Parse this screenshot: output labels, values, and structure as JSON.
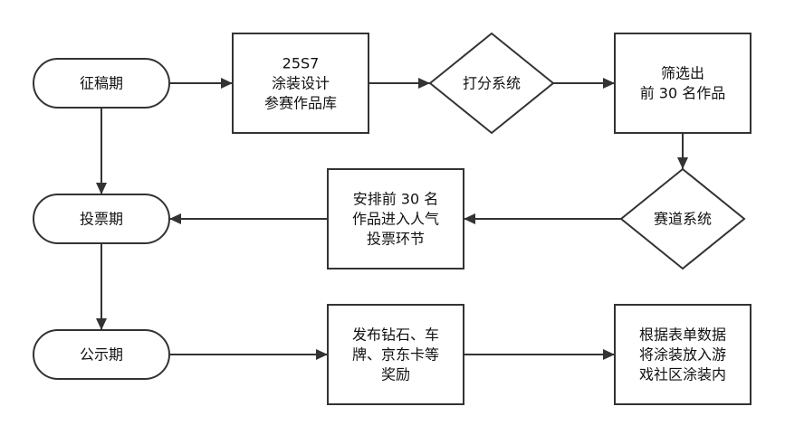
{
  "diagram": {
    "colors": {
      "stroke": "#333333",
      "fill": "#ffffff",
      "text": "#111111"
    },
    "nodes": [
      {
        "id": "collect",
        "shape": "terminator",
        "lines": [
          "征稿期"
        ]
      },
      {
        "id": "library",
        "shape": "process",
        "lines": [
          "25S7",
          "涂装设计",
          "参赛作品库"
        ]
      },
      {
        "id": "scoring",
        "shape": "decision",
        "lines": [
          "打分系统"
        ]
      },
      {
        "id": "shortlist",
        "shape": "process",
        "lines": [
          "筛选出",
          "前 30 名作品"
        ]
      },
      {
        "id": "voting",
        "shape": "terminator",
        "lines": [
          "投票期"
        ]
      },
      {
        "id": "popularity",
        "shape": "process",
        "lines": [
          "安排前 30 名",
          "作品进入人气",
          "投票环节"
        ]
      },
      {
        "id": "track",
        "shape": "decision",
        "lines": [
          "赛道系统"
        ]
      },
      {
        "id": "announce",
        "shape": "terminator",
        "lines": [
          "公示期"
        ]
      },
      {
        "id": "rewards",
        "shape": "process",
        "lines": [
          "发布钻石、车",
          "牌、京东卡等",
          "奖励"
        ]
      },
      {
        "id": "deploy",
        "shape": "process",
        "lines": [
          "根据表单数据",
          "将涂装放入游",
          "戏社区涂装内"
        ]
      }
    ],
    "edges": [
      {
        "from": "collect",
        "to": "library"
      },
      {
        "from": "library",
        "to": "scoring"
      },
      {
        "from": "scoring",
        "to": "shortlist"
      },
      {
        "from": "shortlist",
        "to": "track"
      },
      {
        "from": "track",
        "to": "popularity"
      },
      {
        "from": "popularity",
        "to": "voting"
      },
      {
        "from": "collect",
        "to": "voting"
      },
      {
        "from": "voting",
        "to": "announce"
      },
      {
        "from": "announce",
        "to": "rewards"
      },
      {
        "from": "rewards",
        "to": "deploy"
      }
    ]
  }
}
